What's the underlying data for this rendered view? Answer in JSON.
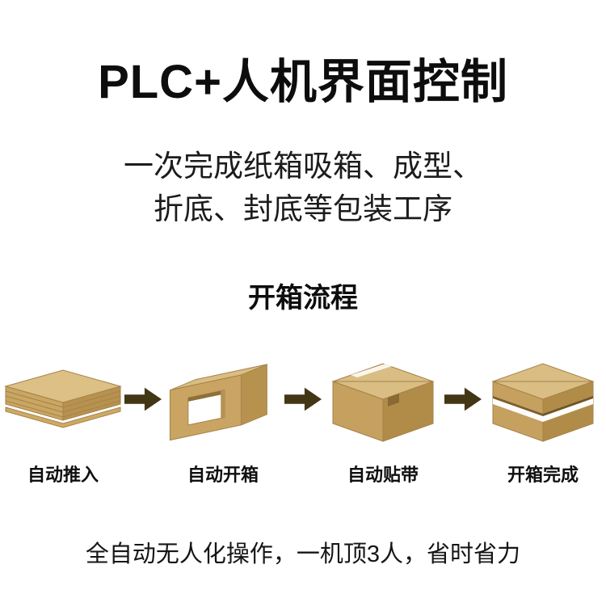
{
  "header": {
    "title": "PLC+人机界面控制",
    "subtitle_line1": "一次完成纸箱吸箱、成型、",
    "subtitle_line2": "折底、封底等包装工序"
  },
  "process": {
    "title": "开箱流程",
    "steps": [
      {
        "label": "自动推入",
        "icon": "flat-carton-stack-icon"
      },
      {
        "label": "自动开箱",
        "icon": "opened-carton-icon"
      },
      {
        "label": "自动贴带",
        "icon": "taping-carton-icon"
      },
      {
        "label": "开箱完成",
        "icon": "finished-carton-icon"
      }
    ],
    "arrow_icon": "arrow-right-icon"
  },
  "footer": {
    "text": "全自动无人化操作，一机顶3人，省时省力"
  },
  "colors": {
    "carton_light": "#d9bd82",
    "carton_mid": "#c9a462",
    "carton_dark": "#b1904c",
    "carton_edge": "#a5824a",
    "tape_dark": "#7a5f30",
    "arrow": "#423615",
    "text": "#111111",
    "background": "#ffffff"
  }
}
